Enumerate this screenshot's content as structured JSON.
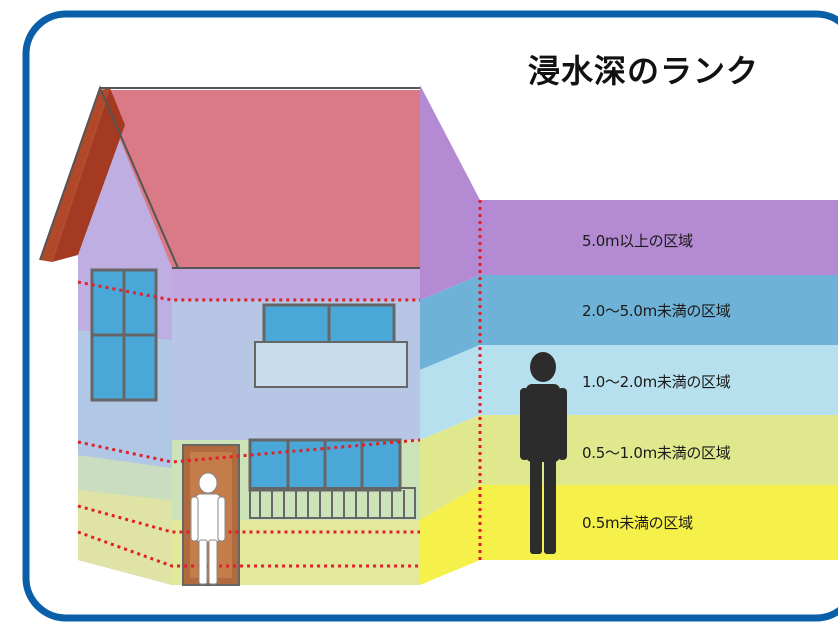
{
  "title": "浸水深のランク",
  "bands": [
    {
      "label": "5.0m以上の区域",
      "color": "#b48ad2"
    },
    {
      "label": "2.0〜5.0m未満の区域",
      "color": "#6fb2d8"
    },
    {
      "label": "1.0〜2.0m未満の区域",
      "color": "#b7e0ee"
    },
    {
      "label": "0.5〜1.0m未満の区域",
      "color": "#dfe88c"
    },
    {
      "label": "0.5m未満の区域",
      "color": "#f5f04a"
    }
  ],
  "colors": {
    "frame_border": "#0b5ea8",
    "roof": "#d97a86",
    "roof_side": "#b2482a",
    "wall": "#c6b8e6",
    "window": "#4aa8d8",
    "door": "#b06a3e",
    "person_large": "#2c2c2c",
    "person_small": "#ffffff",
    "marker_line": "#e0202a"
  }
}
